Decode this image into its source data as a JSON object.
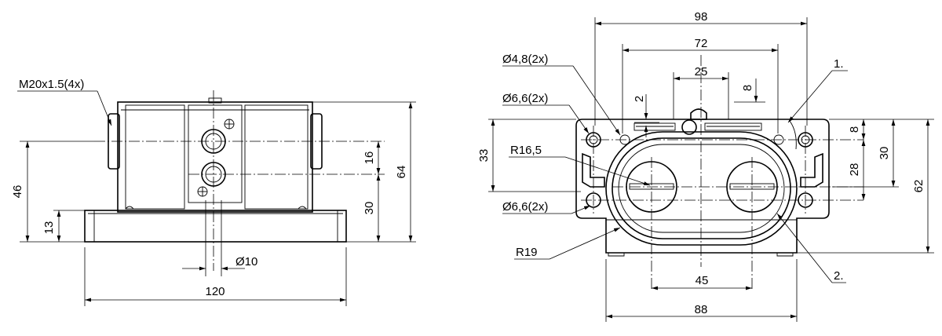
{
  "front_view": {
    "thread_label": "M20x1.5(4x)",
    "dim_46": "46",
    "dim_13": "13",
    "dim_16": "16",
    "dim_30": "30",
    "dim_64": "64",
    "dim_bore": "Ø10",
    "dim_120": "120"
  },
  "top_view": {
    "dim_98": "98",
    "dim_72": "72",
    "dim_25": "25",
    "dim_2": "2",
    "dim_8_top": "8",
    "hole_48": "Ø4,8(2x)",
    "hole_66_top": "Ø6,6(2x)",
    "radius_165": "R16,5",
    "dim_33": "33",
    "hole_66_bottom": "Ø6,6(2x)",
    "radius_19": "R19",
    "dim_8_right": "8",
    "dim_30_right": "30",
    "dim_28": "28",
    "dim_62": "62",
    "dim_45": "45",
    "dim_88": "88",
    "callout_1": "1.",
    "callout_2": "2."
  }
}
